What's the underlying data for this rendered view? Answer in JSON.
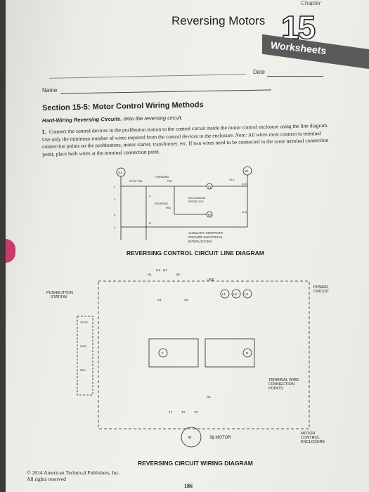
{
  "header": {
    "chapter": "Chapter",
    "title": "Reversing Motors",
    "number": "15",
    "banner": "Worksheets"
  },
  "form": {
    "date_label": "Date",
    "name_label": "Name"
  },
  "section": {
    "title": "Section 15-5: Motor Control Wiring Methods",
    "subtitle_lead": "Hard-Wiring Reversing Circuits.",
    "subtitle_rest": "Wire the reversing circuit."
  },
  "question": {
    "number": "1.",
    "text_a": "Connect the control devices in the pushbutton station to the control circuit inside the motor control enclosure using the line diagram. Use only the minimum number of wires required from the control devices to the enclosure.",
    "note_label": "Note:",
    "text_b": "All wires must connect to terminal connection points on the pushbuttons, motor starter, transformer, etc. If two wires need to be connected to the same terminal connection point, place both wires at the terminal connection point."
  },
  "line_diagram": {
    "caption": "REVERSING CONTROL CIRCUIT LINE DIAGRAM",
    "labels": {
      "x1": "X1",
      "x2": "X2",
      "stop": "STOP",
      "pb1": "PB1",
      "forward": "FORWARD",
      "pb2": "PB2",
      "ols": "OLs",
      "f1": "F1",
      "r1": "R1",
      "ref23": "(2,3)",
      "ref14": "(1,4)",
      "reverse": "REVERSE",
      "pb3": "PB3",
      "mech_interlock_1": "MECHANICAL",
      "mech_interlock_2": "INTERLOCK",
      "aux_1": "AUXILIARY CONTACTS",
      "aux_2": "PROVIDE ELECTRICAL",
      "aux_3": "INTERLOCKING",
      "line1": "1",
      "line2": "2",
      "line3": "3",
      "line4": "4",
      "f": "F",
      "r": "R"
    }
  },
  "wiring_diagram": {
    "caption": "REVERSING CIRCUIT WIRING DIAGRAM",
    "labels": {
      "pushbutton_station_1": "PUSHBUTTON",
      "pushbutton_station_2": "STATION",
      "h1": "H1",
      "h3": "H3",
      "h2": "H2",
      "h4": "H4",
      "x1": "X1",
      "x2": "X2",
      "line": "LINE",
      "l1": "L1",
      "l2": "L2",
      "l3": "L3",
      "power_circuit_1": "POWER",
      "power_circuit_2": "CIRCUIT",
      "stop": "STOP",
      "fwd": "FWD",
      "rev": "REV",
      "terminal_1": "TERMINAL WIRE",
      "terminal_2": "CONNECTION",
      "terminal_3": "POINTS",
      "ol": "OL",
      "t1": "T1",
      "t2": "T2",
      "t3": "T3",
      "motor_label": "3ϕ MOTOR",
      "m": "M",
      "enclosure_1": "MOTOR",
      "enclosure_2": "CONTROL",
      "enclosure_3": "ENCLOSURE",
      "f": "F",
      "r": "R"
    }
  },
  "footer": {
    "copyright_1": "© 2014 American Technical Publishers, Inc.",
    "copyright_2": "All rights reserved",
    "page_number": "186"
  }
}
